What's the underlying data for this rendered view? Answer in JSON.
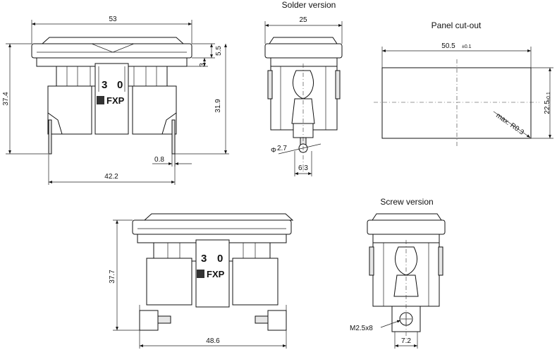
{
  "headings": {
    "solder": "Solder version",
    "screw": "Screw version",
    "panel": "Panel cut-out"
  },
  "front_view": {
    "width": "53",
    "height_total": "37.4",
    "height_body": "31.9",
    "top_h": "5.5",
    "lens_h": "3",
    "pin": "0.8",
    "base": "42.2",
    "brand": "FXP",
    "symbol_on": "3",
    "symbol_off": "0"
  },
  "side_solder": {
    "width": "25",
    "pin_dia": "2.7",
    "pin_dia_prefix": "Φ",
    "pin_width": "6.3"
  },
  "panel": {
    "width": "50.5",
    "width_tol": "±0.1",
    "height": "22.5",
    "height_tol": "±0.1",
    "radius": "max. R0.3"
  },
  "screw_front": {
    "height": "37.7",
    "base": "48.6",
    "brand": "FXP",
    "symbol_on": "3",
    "symbol_off": "0"
  },
  "screw_side": {
    "screw": "M2.5x8",
    "width": "7.2"
  }
}
